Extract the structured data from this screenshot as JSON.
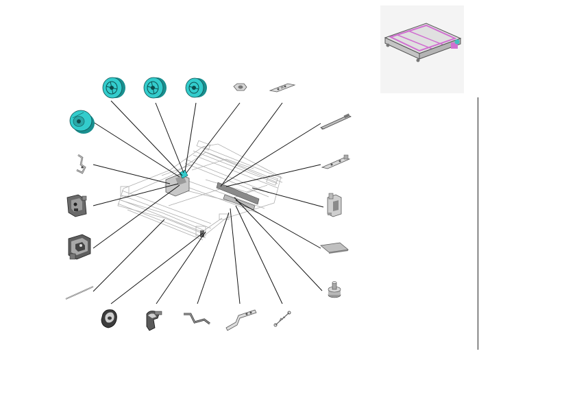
{
  "colors": {
    "gear": "#33cccc",
    "gear_dark": "#1a8f8f",
    "gear_edge": "#0d4d4d",
    "part": "#c8c8c8",
    "part_dark": "#6a6a6a",
    "line": "#111111",
    "frame": "#9a9a9a",
    "thumb_magenta": "#d070d0",
    "thumb_teal": "#40c0c0"
  },
  "parts": [
    {
      "id": "gear-large-left",
      "icon": "gear-icon"
    },
    {
      "id": "gear-1",
      "icon": "gear-icon"
    },
    {
      "id": "gear-2",
      "icon": "gear-icon"
    },
    {
      "id": "gear-3",
      "icon": "gear-icon"
    },
    {
      "id": "washer",
      "icon": "washer-icon"
    },
    {
      "id": "plate-top",
      "icon": "plate-icon"
    },
    {
      "id": "shaft",
      "icon": "shaft-icon"
    },
    {
      "id": "plate-right",
      "icon": "plate-icon"
    },
    {
      "id": "bracket-right",
      "icon": "bracket-icon"
    },
    {
      "id": "pad",
      "icon": "pad-icon"
    },
    {
      "id": "knob",
      "icon": "knob-icon"
    },
    {
      "id": "clip",
      "icon": "clip-icon"
    },
    {
      "id": "side-plate",
      "icon": "side-plate-icon"
    },
    {
      "id": "housing",
      "icon": "housing-icon"
    },
    {
      "id": "rod",
      "icon": "rod-icon"
    },
    {
      "id": "cam",
      "icon": "cam-icon"
    },
    {
      "id": "lever",
      "icon": "lever-icon"
    },
    {
      "id": "strip",
      "icon": "strip-icon"
    },
    {
      "id": "plate-bottom",
      "icon": "plate-icon"
    },
    {
      "id": "spring",
      "icon": "spring-icon"
    }
  ]
}
